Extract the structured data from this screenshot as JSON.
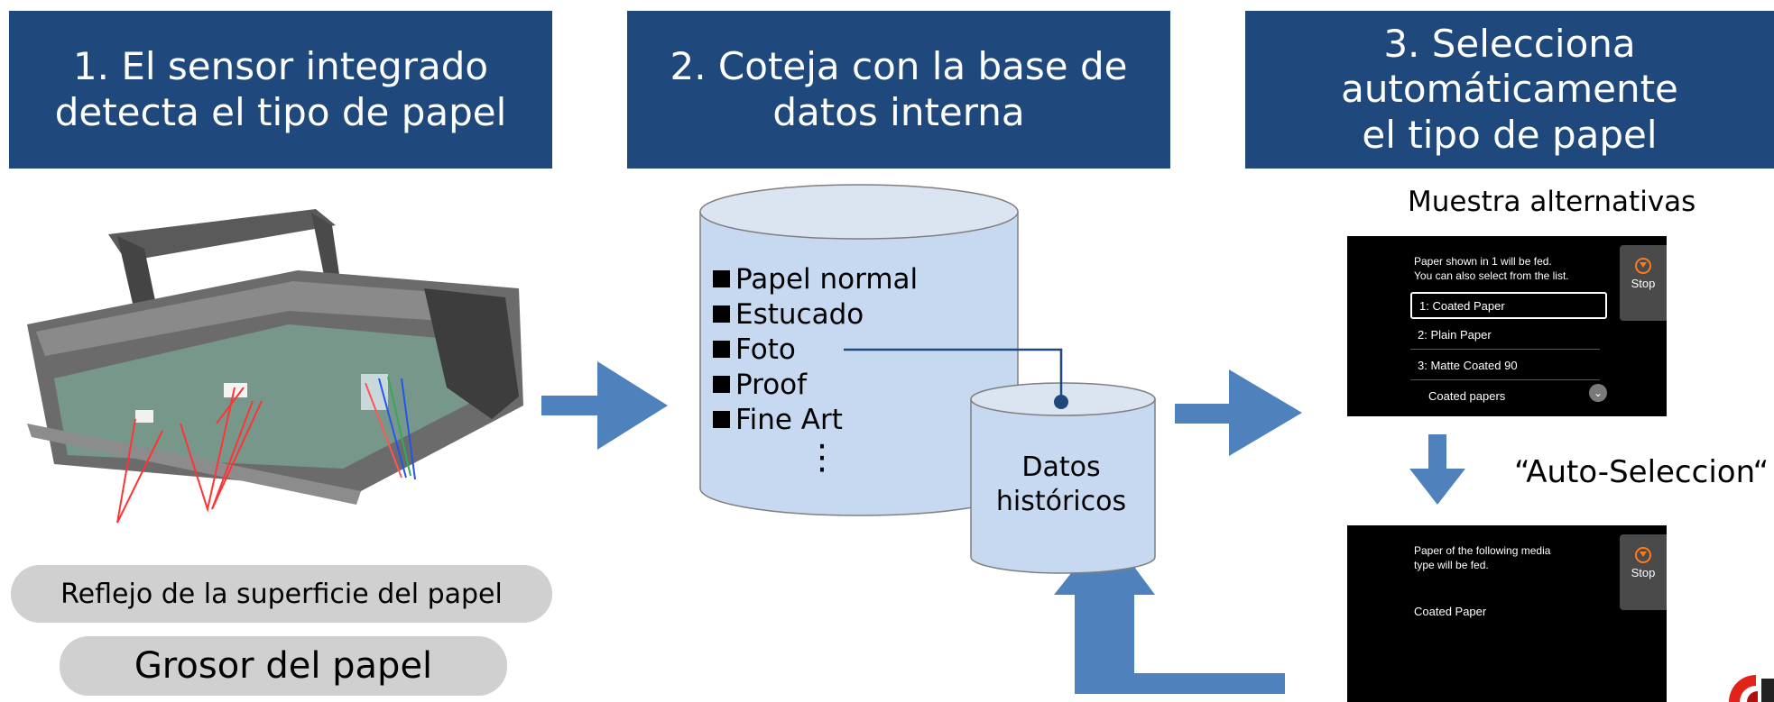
{
  "headers": {
    "step1": "1. El sensor integrado\ndetecta el tipo de papel",
    "step2": "2. Coteja con la base de\ndatos interna",
    "step3": "3. Selecciona\nautomáticamente\nel tipo de papel"
  },
  "sensor": {
    "pill_reflection": "Reflejo de la superficie del papel",
    "pill_thickness": "Grosor del papel"
  },
  "database": {
    "items": [
      "Papel normal",
      "Estucado",
      "Foto",
      "Proof",
      "Fine Art"
    ],
    "ellipsis": "⋮",
    "history_label": "Datos\nhistóricos"
  },
  "selection": {
    "alternatives_label": "Muestra alternativas",
    "auto_label": "“Auto-Seleccion“"
  },
  "screen1": {
    "message": "Paper shown in 1 will be fed.\nYou can also select from the list.",
    "stop": "Stop",
    "options": [
      "1:  Coated Paper",
      "2:  Plain Paper",
      "3:  Matte Coated 90",
      "Coated papers"
    ]
  },
  "screen2": {
    "message": "Paper of the following media\ntype will be fed.",
    "stop": "Stop",
    "selected": "Coated Paper"
  },
  "colors": {
    "header_bg": "#1f497d",
    "arrow": "#4f81bd",
    "cylinder_fill": "#c6d9f1",
    "pill_bg": "#d0d0d0"
  }
}
